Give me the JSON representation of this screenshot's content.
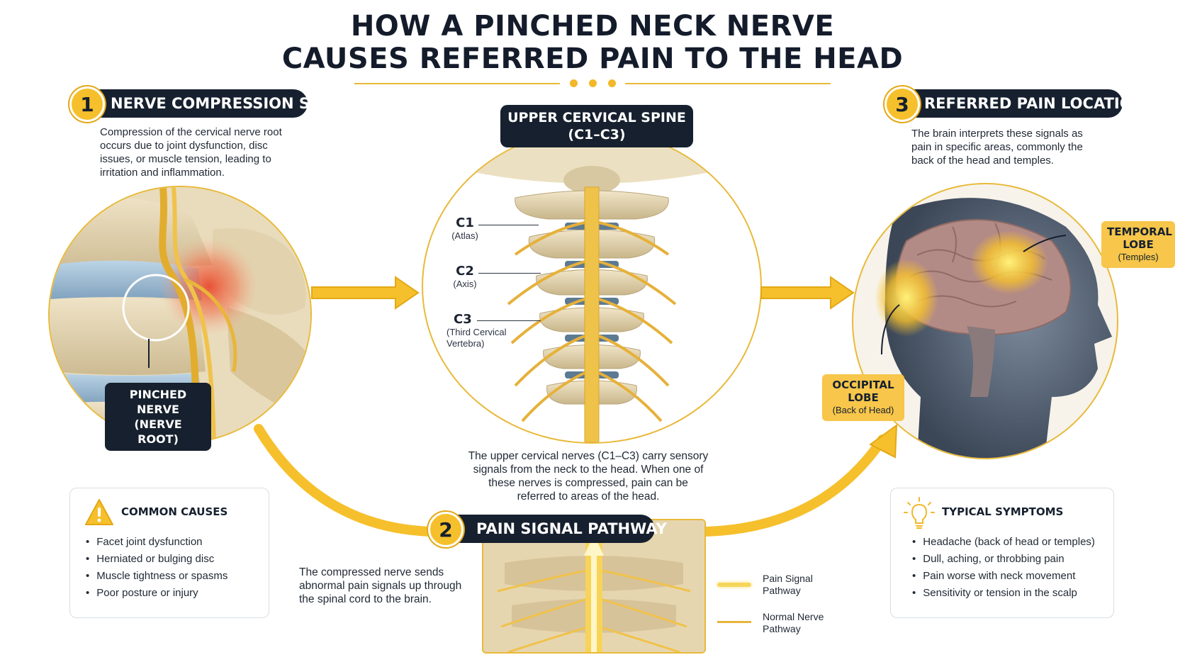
{
  "title": {
    "line1": "HOW A PINCHED NECK NERVE",
    "line2": "CAUSES REFERRED PAIN TO THE HEAD"
  },
  "colors": {
    "accent": "#f6c02c",
    "navy": "#16202e",
    "nerve": "#e9b53a",
    "pain": "#e8503a"
  },
  "step1": {
    "number": "1",
    "heading": "NERVE COMPRESSION SITE",
    "description": "Compression of the cervical nerve root occurs due to joint dysfunction, disc issues, or muscle tension, leading to irritation and inflammation.",
    "callout_line1": "PINCHED NERVE",
    "callout_line2": "(NERVE ROOT)"
  },
  "center": {
    "heading_line1": "UPPER CERVICAL SPINE",
    "heading_line2": "(C1–C3)",
    "vertebrae": [
      {
        "name": "C1",
        "sub": "(Atlas)"
      },
      {
        "name": "C2",
        "sub": "(Axis)"
      },
      {
        "name": "C3",
        "sub": "(Third Cervical",
        "sub2": "Vertebra)"
      }
    ],
    "explanation": "The upper cervical nerves (C1–C3) carry sensory signals from the neck to the head. When one of these nerves is compressed, pain can be referred to areas of the head."
  },
  "step2": {
    "number": "2",
    "heading": "PAIN SIGNAL PATHWAY",
    "description": "The compressed nerve sends abnormal pain signals up through the spinal cord to the brain."
  },
  "legend": [
    {
      "line1": "Pain Signal",
      "line2": "Pathway"
    },
    {
      "line1": "Normal Nerve",
      "line2": "Pathway"
    }
  ],
  "step3": {
    "number": "3",
    "heading": "REFERRED PAIN LOCATION",
    "description": "The brain interprets these signals as pain in specific areas, commonly the back of the head and temples.",
    "temporal": {
      "line1": "TEMPORAL",
      "line2": "LOBE",
      "sub": "(Temples)"
    },
    "occipital": {
      "line1": "OCCIPITAL",
      "line2": "LOBE",
      "sub": "(Back of Head)"
    }
  },
  "causes": {
    "icon": "warning-icon",
    "heading": "COMMON CAUSES",
    "items": [
      "Facet joint dysfunction",
      "Herniated or bulging disc",
      "Muscle tightness or spasms",
      "Poor posture or injury"
    ]
  },
  "symptoms": {
    "icon": "lightbulb-icon",
    "heading": "TYPICAL SYMPTOMS",
    "items": [
      "Headache (back of head or temples)",
      "Dull, aching, or throbbing pain",
      "Pain worse with neck movement",
      "Sensitivity or tension in the scalp"
    ]
  }
}
